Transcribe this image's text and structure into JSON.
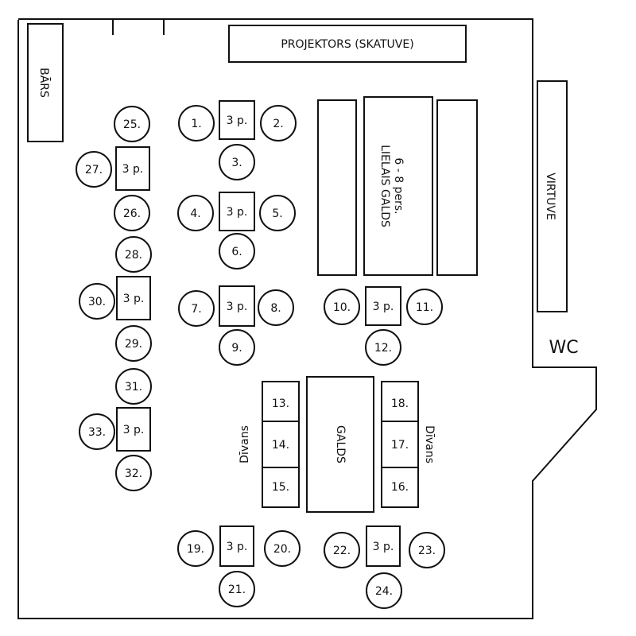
{
  "colors": {
    "stroke": "#111111",
    "background": "#ffffff"
  },
  "labels": {
    "projector": "PROJEKTORS (SKATUVE)",
    "bar": "BĀRS",
    "kitchen": "VIRTUVE",
    "wc": "WC",
    "big_table_line1": "6 - 8 pers.",
    "big_table_line2": "LIELAIS GALDS",
    "table_center": "GALDS",
    "sofa_left": "Dīvans",
    "sofa_right": "Dīvans",
    "small_table": "3 p."
  },
  "seats": {
    "s1": "1.",
    "s2": "2.",
    "s3": "3.",
    "s4": "4.",
    "s5": "5.",
    "s6": "6.",
    "s7": "7.",
    "s8": "8.",
    "s9": "9.",
    "s10": "10.",
    "s11": "11.",
    "s12": "12.",
    "s13": "13.",
    "s14": "14.",
    "s15": "15.",
    "s16": "16.",
    "s17": "17.",
    "s18": "18.",
    "s19": "19.",
    "s20": "20.",
    "s21": "21.",
    "s22": "22.",
    "s23": "23.",
    "s24": "24.",
    "s25": "25.",
    "s26": "26.",
    "s27": "27.",
    "s28": "28.",
    "s29": "29.",
    "s30": "30.",
    "s31": "31.",
    "s32": "32.",
    "s33": "33."
  }
}
